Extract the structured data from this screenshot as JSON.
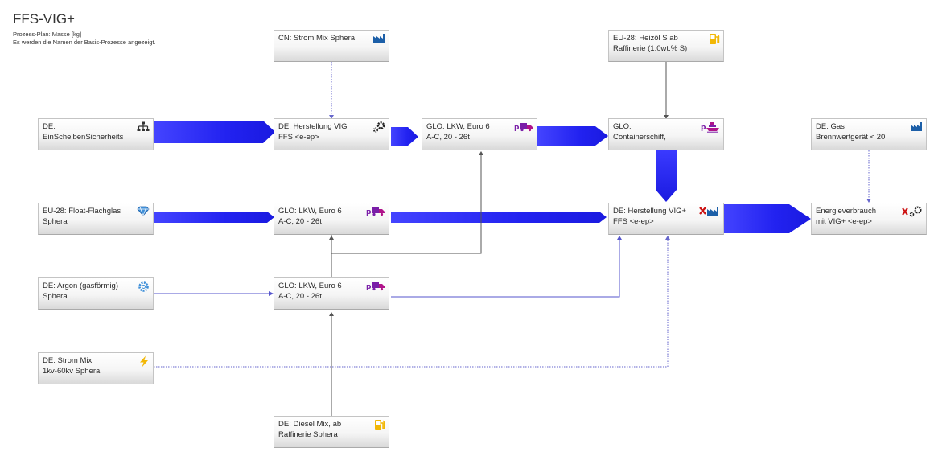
{
  "header": {
    "title": "FFS-VIG+",
    "subtitle1": "Prozess-Plan: Masse [kg]",
    "subtitle2": "Es werden die Namen der Basis-Prozesse angezeigt."
  },
  "colors": {
    "flow": "#2222ee",
    "arrow_thin": "#5555cc",
    "arrow_gray": "#555555"
  },
  "nodes": {
    "cn_strom": {
      "l1": "CN: Strom Mix Sphera",
      "l2": "",
      "icon": "factory-icon"
    },
    "eu_heizoel": {
      "l1": "EU-28: Heizöl S ab",
      "l2": "Raffinerie (1.0wt.% S)",
      "icon": "fuel-pump-icon"
    },
    "de_einscheiben": {
      "l1": "DE:",
      "l2": "EinScheibenSicherheits",
      "icon": "hierarchy-icon"
    },
    "de_herst_vig": {
      "l1": "DE: Herstellung VIG",
      "l2": "FFS <e-ep>",
      "icon": "gears-icon"
    },
    "glo_lkw_top": {
      "l1": "GLO: LKW, Euro 6",
      "l2": "A-C, 20 - 26t",
      "icon": "truck-icon"
    },
    "glo_container": {
      "l1": "GLO:",
      "l2": "Containerschiff,",
      "icon": "ship-icon"
    },
    "de_gas": {
      "l1": "DE: Gas",
      "l2": "Brennwertgerät < 20",
      "icon": "factory-icon"
    },
    "eu_float": {
      "l1": "EU-28: Float-Flachglas",
      "l2": "Sphera",
      "icon": "diamond-icon"
    },
    "glo_lkw_mid": {
      "l1": "GLO: LKW, Euro 6",
      "l2": "A-C, 20 - 26t",
      "icon": "truck-icon"
    },
    "de_herst_vigplus": {
      "l1": "DE: Herstellung VIG+",
      "l2": "FFS <e-ep>",
      "icon": "factory-x-icon"
    },
    "energie": {
      "l1": "Energieverbrauch",
      "l2": "mit VIG+ <e-ep>",
      "icon": "x-gears-icon"
    },
    "de_argon": {
      "l1": "DE: Argon (gasförmig)",
      "l2": "Sphera",
      "icon": "cog-icon"
    },
    "glo_lkw_low": {
      "l1": "GLO: LKW, Euro 6",
      "l2": "A-C, 20 - 26t",
      "icon": "truck-icon"
    },
    "de_strom": {
      "l1": "DE: Strom Mix",
      "l2": "1kv-60kv Sphera",
      "icon": "lightning-icon"
    },
    "de_diesel": {
      "l1": "DE: Diesel Mix, ab",
      "l2": "Raffinerie Sphera",
      "icon": "fuel-pump-icon"
    }
  }
}
